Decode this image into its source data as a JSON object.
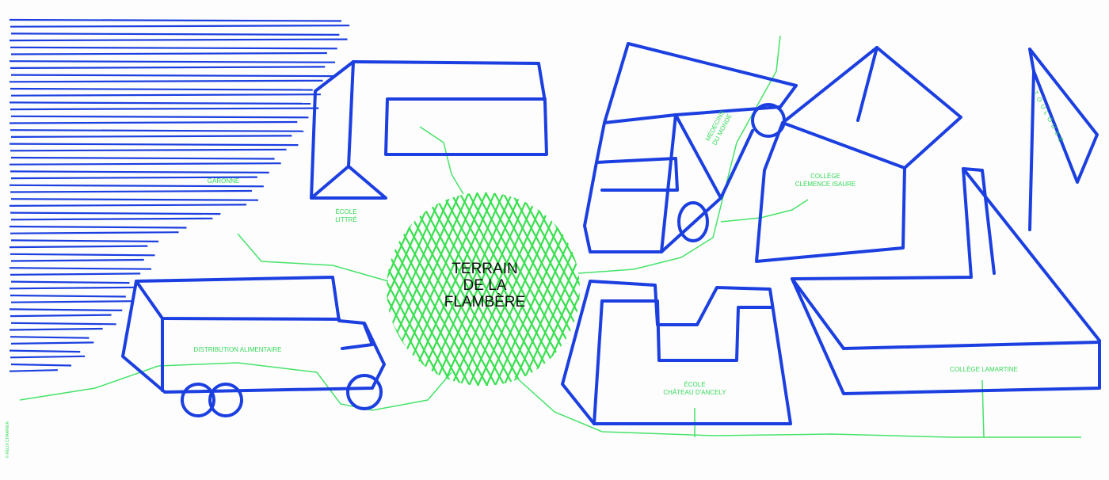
{
  "colors": {
    "ink": "#1b3fe0",
    "path": "#46e36a",
    "label": "#34d957"
  },
  "labels": {
    "garonne": "GARONNE",
    "ecole_littre": [
      "ÉCOLE",
      "LITTRÉ"
    ],
    "medecins": [
      "MÉDECINS",
      "DU MONDE"
    ],
    "college_clemence": [
      "COLLÈGE",
      "CLÉMENCE ISAURE"
    ],
    "toulouse": "TOULOUSE",
    "terrain": [
      "TERRAIN",
      "DE LA",
      "FLAMBÈRE"
    ],
    "distribution": "DISTRIBUTION ALIMENTAIRE",
    "ecole_ancely": [
      "ÉCOLE",
      "CHÂTEAU D'ANCELY"
    ],
    "college_lamartine": "COLLÈGE LAMARTINE",
    "credit": "© FÉLIX CHARRIER"
  }
}
